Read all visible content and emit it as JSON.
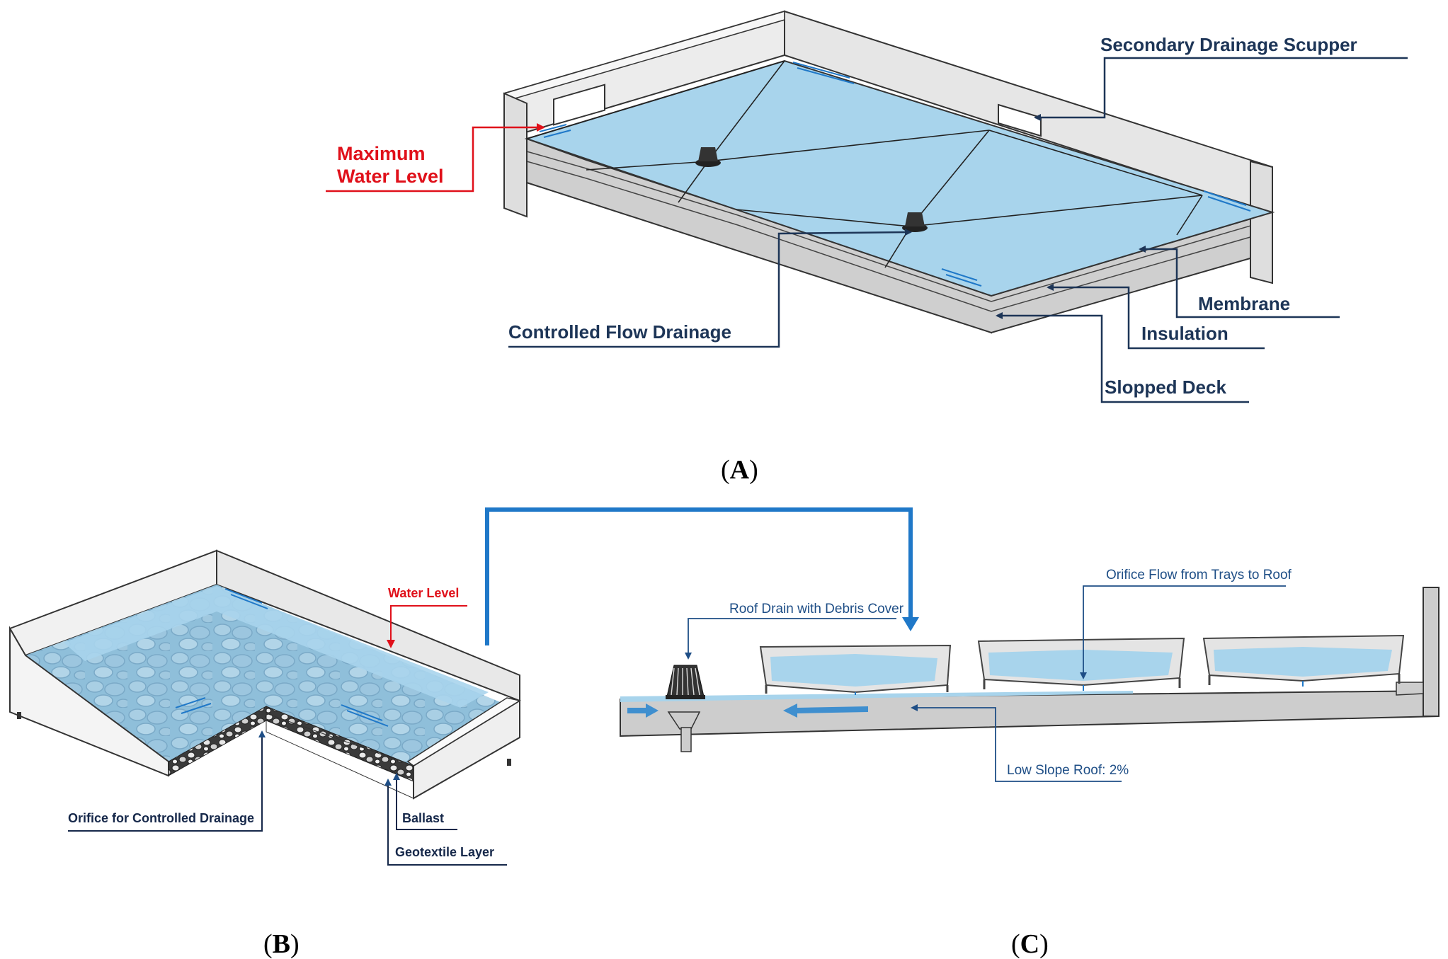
{
  "colors": {
    "water": "#a8d4ec",
    "water_dark": "#7fbde0",
    "concrete": "#d6d6d6",
    "concrete_dark": "#bdbdbd",
    "label_navy": "#1d3557",
    "label_red": "#e0101a",
    "flow_blue": "#1f78c8"
  },
  "panel_a": {
    "caption": "A",
    "labels": {
      "secondary_scupper": "Secondary Drainage Scupper",
      "max_water_1": "Maximum",
      "max_water_2": "Water Level",
      "controlled_flow": "Controlled Flow Drainage",
      "membrane": "Membrane",
      "insulation": "Insulation",
      "slopped_deck": "Slopped Deck"
    }
  },
  "panel_b": {
    "caption": "B",
    "labels": {
      "water_level": "Water Level",
      "orifice": "Orifice for Controlled Drainage",
      "ballast": "Ballast",
      "geotextile": "Geotextile Layer"
    }
  },
  "panel_c": {
    "caption": "C",
    "labels": {
      "roof_drain": "Roof Drain with Debris Cover",
      "orifice_flow": "Orifice Flow from Trays to Roof",
      "low_slope": "Low Slope Roof: 2%"
    }
  }
}
